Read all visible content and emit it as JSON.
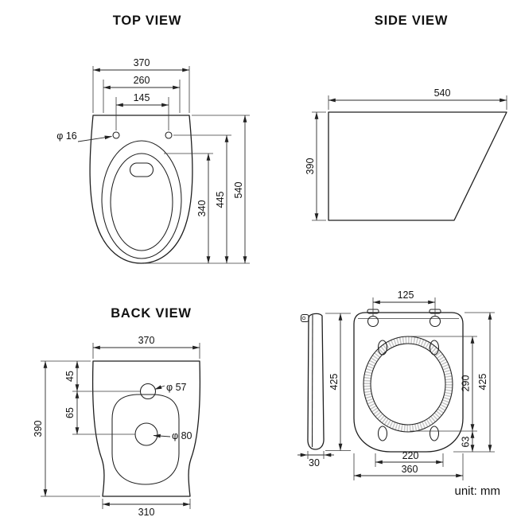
{
  "style": {
    "ink": "#1f1f1f",
    "background": "#ffffff"
  },
  "unit_label": "unit: mm",
  "views": {
    "top": {
      "title": "TOP VIEW",
      "dims": {
        "overall_width": "370",
        "rim_width": "260",
        "hinge_hole_spacing": "145",
        "hinge_hole_diameter": "φ 16",
        "inner_depth": "340",
        "mid_depth": "445",
        "overall_depth": "540"
      }
    },
    "side": {
      "title": "SIDE VIEW",
      "dims": {
        "depth": "540",
        "height": "390"
      }
    },
    "back": {
      "title": "BACK VIEW",
      "dims": {
        "top_width": "370",
        "top_to_small_hole": "45",
        "small_hole_diameter": "φ 57",
        "hole_spacing": "65",
        "height": "390",
        "large_hole_diameter": "φ 80",
        "bottom_width": "310"
      }
    },
    "seat": {
      "dims": {
        "hinge_spacing": "125",
        "profile_thickness": "30",
        "length_left": "425",
        "inner_length": "290",
        "bumper_offset": "63",
        "length_right": "425",
        "inner_width": "220",
        "overall_width": "360"
      }
    }
  }
}
